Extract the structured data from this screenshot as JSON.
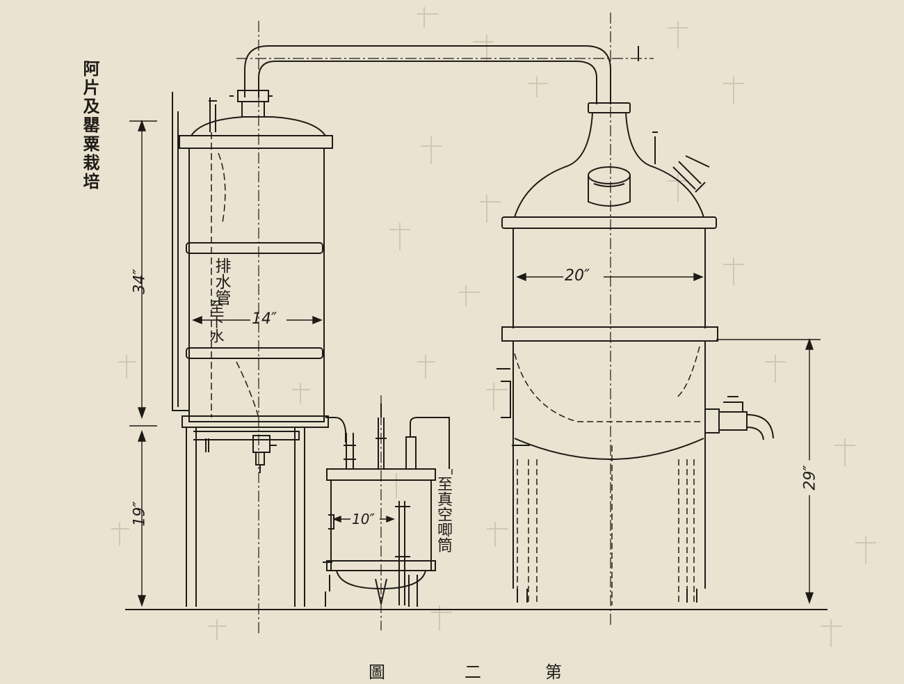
{
  "header": {
    "book_title": "阿片及罌粟栽培"
  },
  "labels": {
    "drain_pipe": "排水管",
    "to_water": "至下水",
    "vacuum_pump": "至真空唧筒"
  },
  "dimensions": {
    "condenser_width": "14″",
    "tank_width": "20″",
    "receiver_width": "10″",
    "condenser_height": "34″",
    "stand_height": "19″",
    "tank_height": "29″"
  },
  "caption": {
    "char_1": "圖",
    "char_2": "二",
    "char_3": "第"
  }
}
